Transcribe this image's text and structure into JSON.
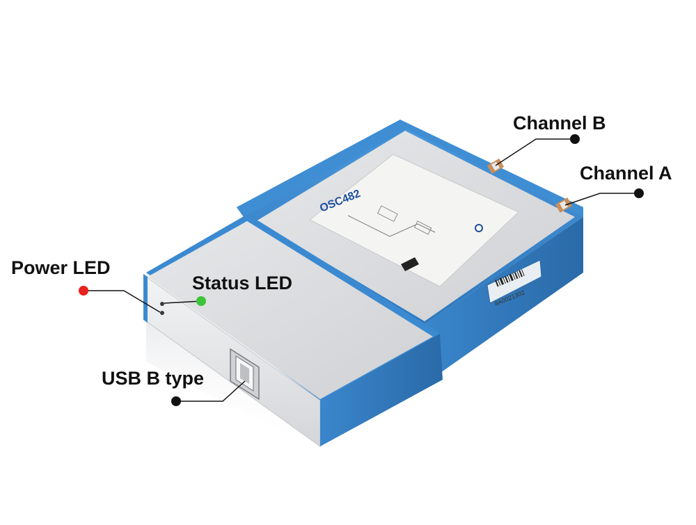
{
  "callouts": {
    "channel_b": "Channel B",
    "channel_a": "Channel A",
    "power_led": "Power LED",
    "status_led": "Status LED",
    "usb": "USB B type"
  },
  "device": {
    "model": "OSC482",
    "serial": "8A0021302"
  },
  "colors": {
    "case_blue": "#3d8ad0",
    "case_blue_dark": "#2b6eae",
    "panel_silver": "#d9dadc",
    "label_white": "#f4f4f2",
    "power_dot": "#e8221c",
    "status_dot": "#3ec43a",
    "callout_line": "#111111"
  }
}
